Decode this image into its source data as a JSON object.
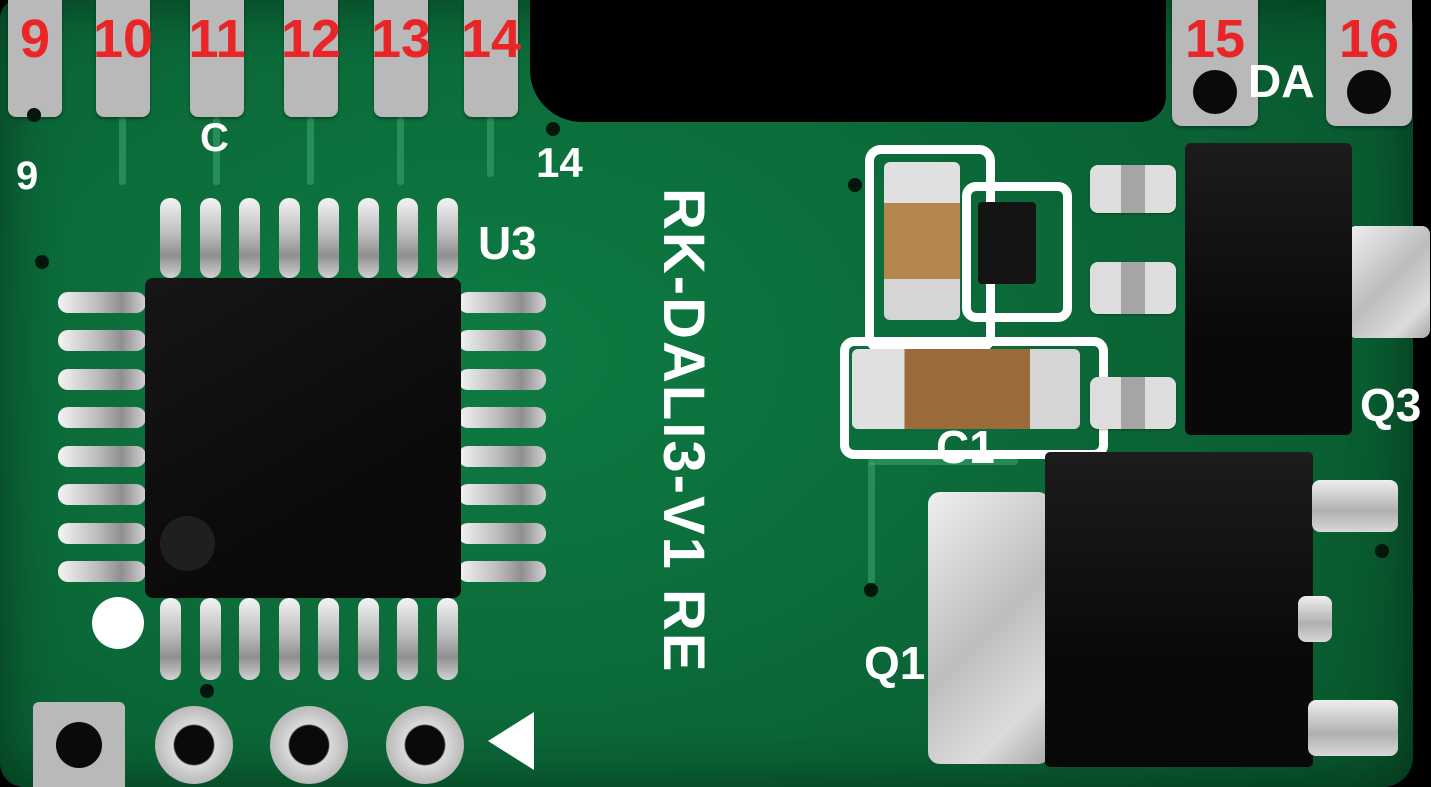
{
  "labels": {
    "top_left_pins": [
      "9",
      "10",
      "11",
      "12",
      "13",
      "14"
    ],
    "top_right_pins": [
      "15",
      "16"
    ],
    "silk": {
      "pin9_small": "9",
      "c_letter": "C",
      "pin14_small": "14",
      "u3": "U3",
      "model": "RK-DALI3-V1 RE",
      "da": "DA",
      "c1": "C1",
      "q3": "Q3",
      "q1": "Q1"
    }
  },
  "u3": {
    "pins_per_side": 8
  },
  "colors": {
    "board_green": "#0b6f3c",
    "pad_gray": "#b9b9b9",
    "annotation_red": "#e92528",
    "silkscreen_white": "#ffffff",
    "component_black": "#0d0d0d",
    "capacitor_brown": "#a97a45",
    "solder_silver": "#d6d6d6"
  }
}
